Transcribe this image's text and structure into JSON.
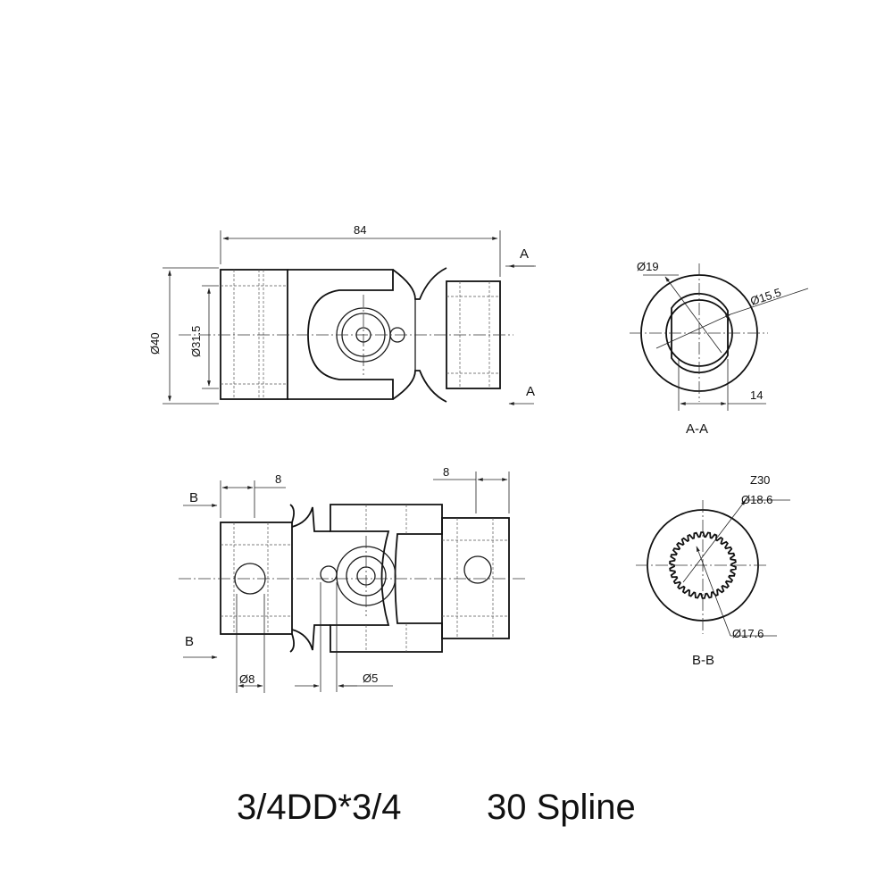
{
  "dimensions": {
    "overall_length": "84",
    "outer_diameter": "Ø40",
    "inner_diameter": "Ø31.5",
    "bore_diameter": "Ø19",
    "bore_flat_diameter": "Ø15.5",
    "flat_width": "14",
    "left_offset": "8",
    "right_offset": "8",
    "hole_diameter": "Ø8",
    "pin_diameter": "Ø5",
    "spline_teeth": "Z30",
    "spline_major_diameter": "Ø18.6",
    "spline_minor_diameter": "Ø17.6"
  },
  "section_markers": {
    "a": "A",
    "b": "B"
  },
  "section_labels": {
    "section_aa": "A-A",
    "section_bb": "B-B"
  },
  "caption": {
    "part_code": "3/4DD*3/4",
    "spline": "30 Spline"
  }
}
